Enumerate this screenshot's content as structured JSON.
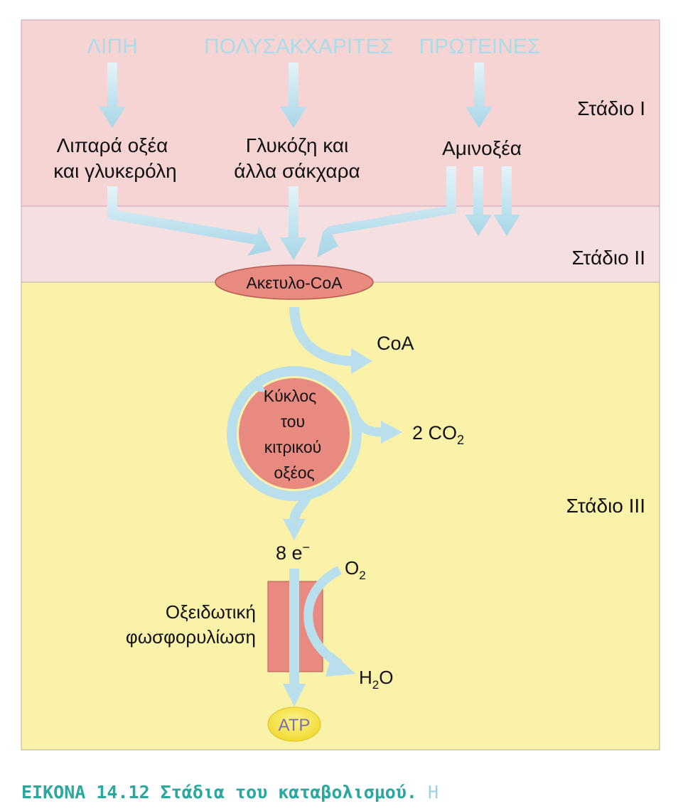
{
  "sources": {
    "lipids": "ΛΙΠΗ",
    "polysaccharides": "ΠΟΛΥΣΑΚΧΑΡΙΤΕΣ",
    "proteins": "ΠΡΩΤΕΙΝΕΣ"
  },
  "stages": {
    "stage1": "Στάδιο I",
    "stage2": "Στάδιο II",
    "stage3": "Στάδιο III"
  },
  "products": {
    "fatty_acids_line1": "Λιπαρά οξέα",
    "fatty_acids_line2": "και γλυκερόλη",
    "glucose_line1": "Γλυκόζη και",
    "glucose_line2": "άλλα σάκχαρα",
    "amino_acids": "Αμινοξέα"
  },
  "acetyl_coa": "Ακετυλο-CoA",
  "coa": "CoA",
  "cycle": {
    "line1": "Κύκλος",
    "line2": "του",
    "line3": "κιτρικού",
    "line4": "οξέος"
  },
  "co2": {
    "prefix": "2 CO",
    "sub": "2"
  },
  "electrons": {
    "base": "8 e",
    "sup": "−"
  },
  "o2": {
    "base": "O",
    "sub": "2"
  },
  "oxphos": {
    "line1": "Οξειδωτική",
    "line2": "φωσφορυλίωση"
  },
  "h2o": {
    "part1": "H",
    "sub": "2",
    "part2": "O"
  },
  "atp": "ATP",
  "caption": {
    "label": "ΕΙΚΟΝΑ 14.12 Στάδια του καταβολισμού.",
    "continuation": "Η"
  },
  "colors": {
    "stage1_bg": "#f7d4d4",
    "stage2_bg": "#f6dfe1",
    "stage3_bg": "#faf2a8",
    "arrow": "#b9dfec",
    "source_text": "#a9dce8",
    "node_fill": "#e98a80",
    "atp_fill": "#f2e244",
    "caption_label": "#2aa89e",
    "caption_rest": "#9fd3e0"
  }
}
